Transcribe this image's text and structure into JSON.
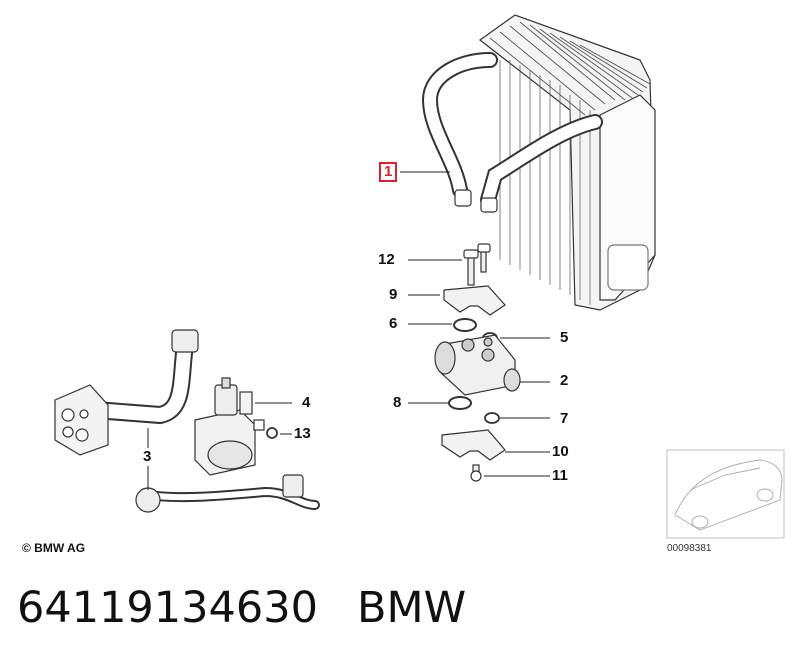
{
  "callouts": {
    "c1": "1",
    "c2": "2",
    "c3": "3",
    "c4": "4",
    "c5": "5",
    "c6": "6",
    "c7": "7",
    "c8": "8",
    "c9": "9",
    "c10": "10",
    "c11": "11",
    "c12": "12",
    "c13": "13"
  },
  "copyright": "© BMW AG",
  "image_id": "00098381",
  "part_number": "64119134630",
  "brand": "BMW",
  "colors": {
    "highlight": "#e0202a",
    "line": "#222222"
  }
}
